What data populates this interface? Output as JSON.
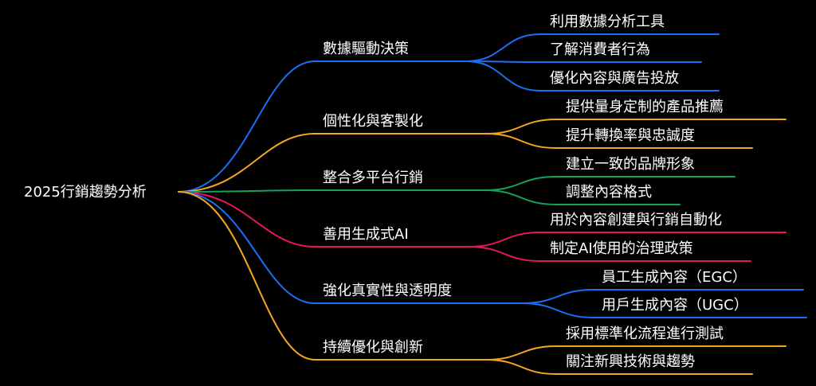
{
  "root": {
    "label": "2025行銷趨勢分析"
  },
  "colors": {
    "background": "#000000",
    "text": "#ffffff"
  },
  "branches": [
    {
      "label": "數據驅動決策",
      "color": "#1a6ff5",
      "children": [
        "利用數據分析工具",
        "了解消費者行為",
        "優化內容與廣告投放"
      ]
    },
    {
      "label": "個性化與客製化",
      "color": "#f5a623",
      "children": [
        "提供量身定制的產品推薦",
        "提升轉換率與忠誠度"
      ]
    },
    {
      "label": "整合多平台行銷",
      "color": "#13a35a",
      "children": [
        "建立一致的品牌形象",
        "調整內容格式"
      ]
    },
    {
      "label": "善用生成式AI",
      "color": "#e8175d",
      "children": [
        "用於內容創建與行銷自動化",
        "制定AI使用的治理政策"
      ]
    },
    {
      "label": "強化真實性與透明度",
      "color": "#1a6ff5",
      "children": [
        "員工生成內容（EGC）",
        "用戶生成內容（UGC）"
      ]
    },
    {
      "label": "持續優化與創新",
      "color": "#f5a623",
      "children": [
        "採用標準化流程進行測試",
        "關注新興技術與趨勢"
      ]
    }
  ]
}
